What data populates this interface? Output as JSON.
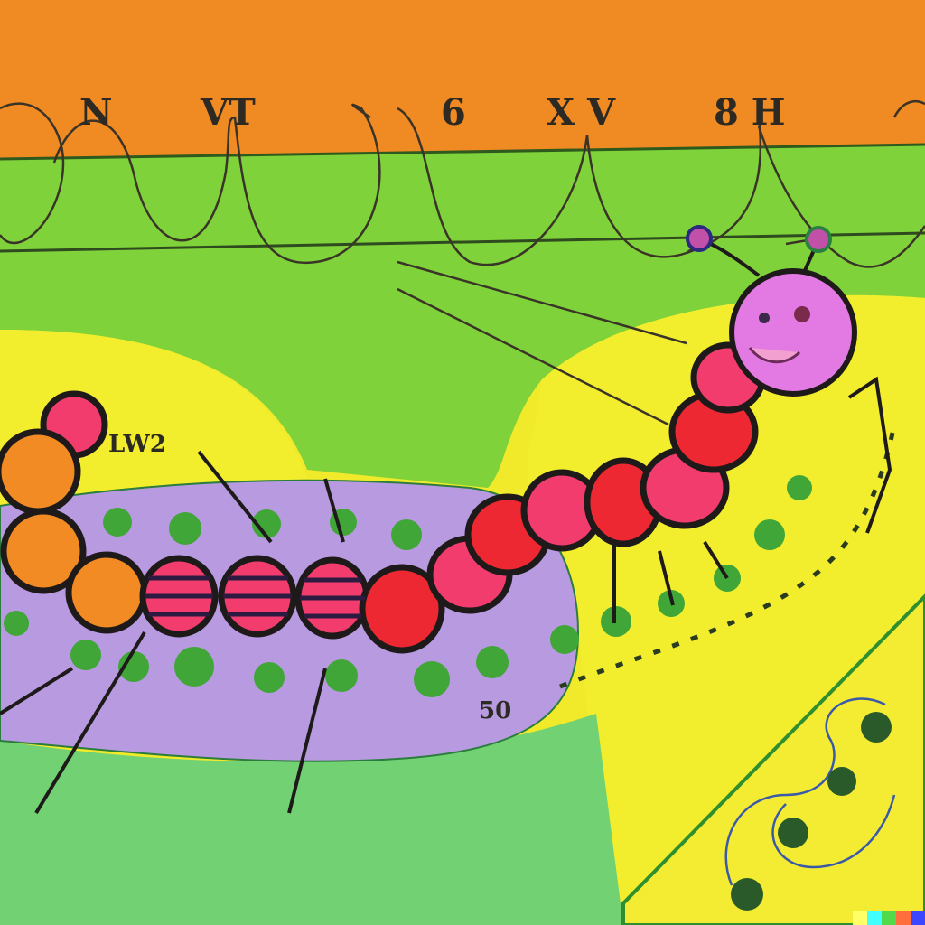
{
  "scene": {
    "subject": "caterpillar",
    "colors": {
      "sky_orange": "#f08a22",
      "field_green": "#7fd23a",
      "lower_green": "#72d173",
      "yellow": "#f2ee2e",
      "lavender": "#b89ae0",
      "head_pink": "#e37ae3",
      "segment_red": "#ee2833",
      "segment_pink": "#f23c6e",
      "segment_orange": "#f38b24",
      "dot_green": "#3fa637",
      "outline": "#1e1a1a"
    }
  },
  "labels": {
    "top": [
      "N",
      "VT",
      "6",
      "X V",
      "8 H"
    ],
    "side_left": "LW2",
    "side_bottom": "50"
  },
  "watermark": {
    "colors": [
      "#ffff66",
      "#42ffff",
      "#51da4c",
      "#ff6e3c",
      "#3c46ff"
    ]
  }
}
